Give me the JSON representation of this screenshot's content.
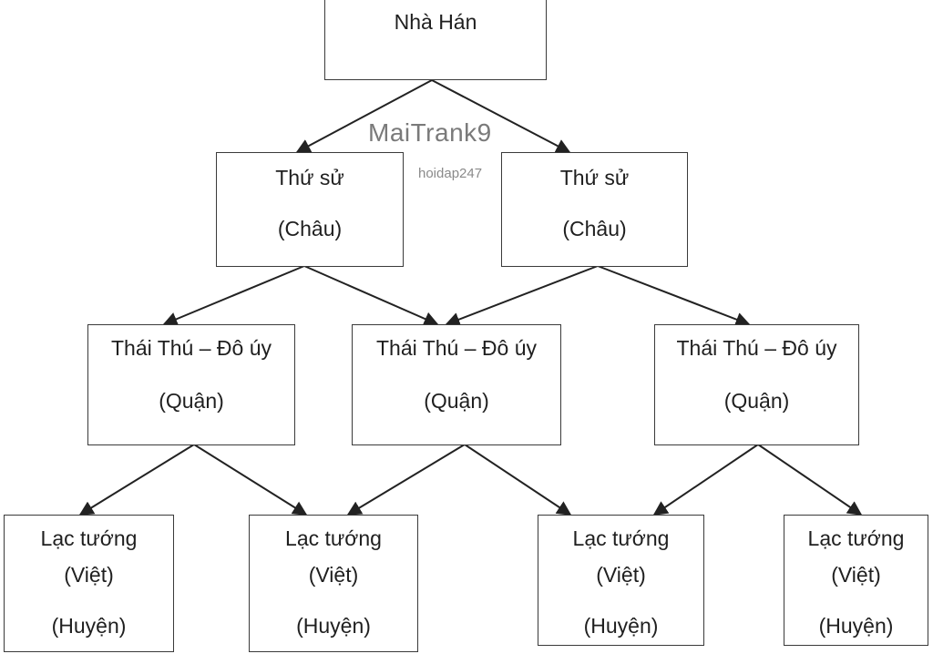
{
  "root": {
    "title": "Nhà Hán"
  },
  "level1": [
    {
      "title": "Thứ sử",
      "unit": "(Châu)"
    },
    {
      "title": "Thứ sử",
      "unit": "(Châu)"
    }
  ],
  "level2": [
    {
      "title": "Thái Thú – Đô úy",
      "unit": "(Quận)"
    },
    {
      "title": "Thái Thú – Đô úy",
      "unit": "(Quận)"
    },
    {
      "title": "Thái Thú – Đô úy",
      "unit": "(Quận)"
    }
  ],
  "level3": [
    {
      "title": "Lạc tướng",
      "group": "(Việt)",
      "unit": "(Huyện)"
    },
    {
      "title": "Lạc tướng",
      "group": "(Việt)",
      "unit": "(Huyện)"
    },
    {
      "title": "Lạc tướng",
      "group": "(Việt)",
      "unit": "(Huyện)"
    },
    {
      "title": "Lạc tướng",
      "group": "(Việt)",
      "unit": "(Huyện)"
    }
  ],
  "watermark": {
    "author": "MaiTrank9",
    "site": "hoidap247"
  }
}
